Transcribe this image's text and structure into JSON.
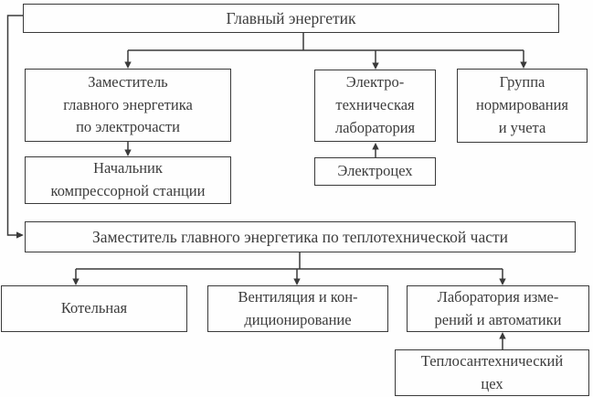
{
  "diagram": {
    "type": "org-chart",
    "language": "ru",
    "colors": {
      "background": "#fefefe",
      "line": "#3a3a3a",
      "text": "#3c3c3c"
    },
    "nodes": {
      "chief": {
        "label": "Главный энергетик"
      },
      "deputy_electrical": {
        "label": "Заместитель\nглавного энергетика\nпо электрочасти"
      },
      "electrotechnical_lab": {
        "label": "Электро-\nтехническая\nлаборатория"
      },
      "rationing_group": {
        "label": "Группа\nнормирования\nи учета"
      },
      "compressor_station_chief": {
        "label": "Начальник\nкомпрессорной станции"
      },
      "electrical_shop": {
        "label": "Электроцех"
      },
      "deputy_heat": {
        "label": "Заместитель главного энергетика по теплотехнической части"
      },
      "boiler_house": {
        "label": "Котельная"
      },
      "ventilation": {
        "label": "Вентиляция и кон-\nдиционирование"
      },
      "measurement_lab": {
        "label": "Лаборатория изме-\nрений и автоматики"
      },
      "heat_sanitary_shop": {
        "label": "Теплосантехнический\nцех"
      }
    },
    "edges": [
      {
        "from": "chief",
        "to": "deputy_electrical",
        "arrow": "down"
      },
      {
        "from": "chief",
        "to": "electrotechnical_lab",
        "arrow": "down"
      },
      {
        "from": "chief",
        "to": "rationing_group",
        "arrow": "down"
      },
      {
        "from": "chief",
        "to": "deputy_heat",
        "arrow": "right"
      },
      {
        "from": "deputy_electrical",
        "to": "compressor_station_chief",
        "arrow": "down"
      },
      {
        "from": "electrical_shop",
        "to": "electrotechnical_lab",
        "arrow": "up"
      },
      {
        "from": "deputy_heat",
        "to": "boiler_house",
        "arrow": "down"
      },
      {
        "from": "deputy_heat",
        "to": "ventilation",
        "arrow": "down"
      },
      {
        "from": "deputy_heat",
        "to": "measurement_lab",
        "arrow": "down"
      },
      {
        "from": "heat_sanitary_shop",
        "to": "measurement_lab",
        "arrow": "up"
      }
    ]
  }
}
